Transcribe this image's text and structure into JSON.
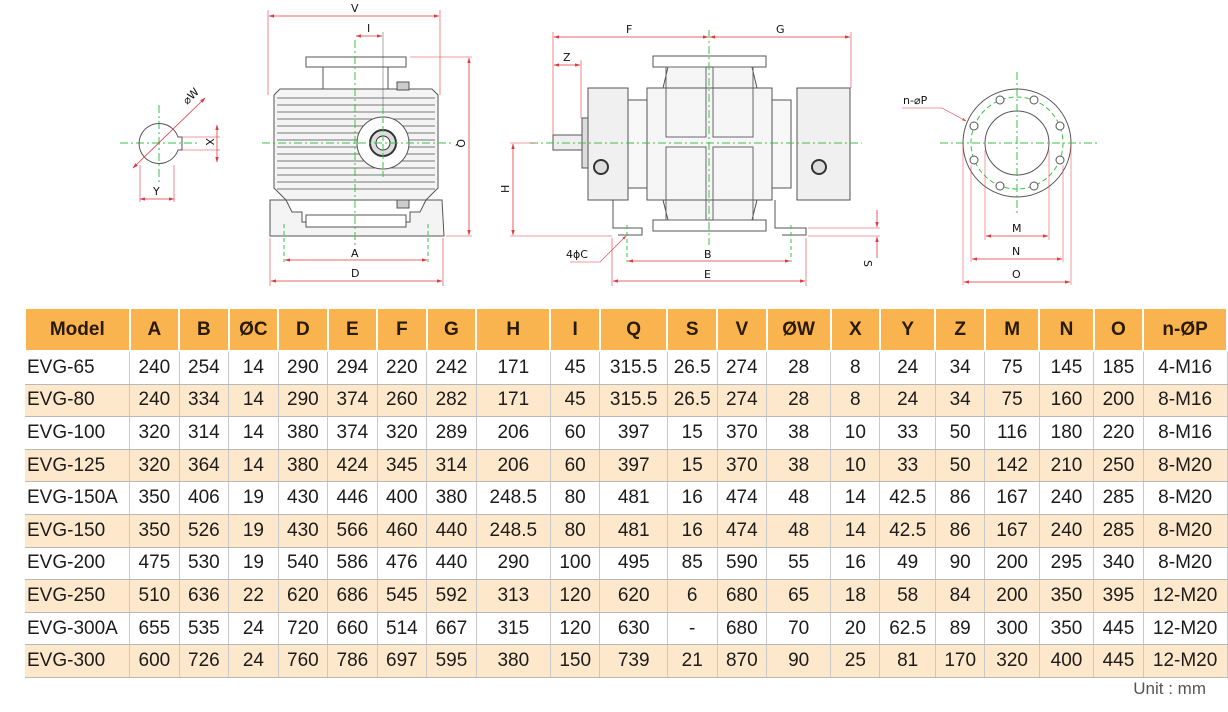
{
  "drawing": {
    "shaft_view": {
      "labels": {
        "w": "⌀W",
        "x": "X",
        "y": "Y"
      }
    },
    "front_view": {
      "labels": {
        "v": "V",
        "i": "I",
        "q": "Q",
        "a": "A",
        "d": "D"
      }
    },
    "side_view": {
      "labels": {
        "f": "F",
        "g": "G",
        "z": "Z",
        "h": "H",
        "b": "B",
        "e": "E",
        "s": "S",
        "c": "4ϕC"
      }
    },
    "flange_view": {
      "labels": {
        "p": "n-⌀P",
        "m": "M",
        "n": "N",
        "o": "O"
      }
    }
  },
  "table": {
    "headers": [
      "Model",
      "A",
      "B",
      "ØC",
      "D",
      "E",
      "F",
      "G",
      "H",
      "I",
      "Q",
      "S",
      "V",
      "ØW",
      "X",
      "Y",
      "Z",
      "M",
      "N",
      "O",
      "n-ØP"
    ],
    "rows": [
      [
        "EVG-65",
        "240",
        "254",
        "14",
        "290",
        "294",
        "220",
        "242",
        "171",
        "45",
        "315.5",
        "26.5",
        "274",
        "28",
        "8",
        "24",
        "34",
        "75",
        "145",
        "185",
        "4-M16"
      ],
      [
        "EVG-80",
        "240",
        "334",
        "14",
        "290",
        "374",
        "260",
        "282",
        "171",
        "45",
        "315.5",
        "26.5",
        "274",
        "28",
        "8",
        "24",
        "34",
        "75",
        "160",
        "200",
        "8-M16"
      ],
      [
        "EVG-100",
        "320",
        "314",
        "14",
        "380",
        "374",
        "320",
        "289",
        "206",
        "60",
        "397",
        "15",
        "370",
        "38",
        "10",
        "33",
        "50",
        "116",
        "180",
        "220",
        "8-M16"
      ],
      [
        "EVG-125",
        "320",
        "364",
        "14",
        "380",
        "424",
        "345",
        "314",
        "206",
        "60",
        "397",
        "15",
        "370",
        "38",
        "10",
        "33",
        "50",
        "142",
        "210",
        "250",
        "8-M20"
      ],
      [
        "EVG-150A",
        "350",
        "406",
        "19",
        "430",
        "446",
        "400",
        "380",
        "248.5",
        "80",
        "481",
        "16",
        "474",
        "48",
        "14",
        "42.5",
        "86",
        "167",
        "240",
        "285",
        "8-M20"
      ],
      [
        "EVG-150",
        "350",
        "526",
        "19",
        "430",
        "566",
        "460",
        "440",
        "248.5",
        "80",
        "481",
        "16",
        "474",
        "48",
        "14",
        "42.5",
        "86",
        "167",
        "240",
        "285",
        "8-M20"
      ],
      [
        "EVG-200",
        "475",
        "530",
        "19",
        "540",
        "586",
        "476",
        "440",
        "290",
        "100",
        "495",
        "85",
        "590",
        "55",
        "16",
        "49",
        "90",
        "200",
        "295",
        "340",
        "8-M20"
      ],
      [
        "EVG-250",
        "510",
        "636",
        "22",
        "620",
        "686",
        "545",
        "592",
        "313",
        "120",
        "620",
        "6",
        "680",
        "65",
        "18",
        "58",
        "84",
        "200",
        "350",
        "395",
        "12-M20"
      ],
      [
        "EVG-300A",
        "655",
        "535",
        "24",
        "720",
        "660",
        "514",
        "667",
        "315",
        "120",
        "630",
        "-",
        "680",
        "70",
        "20",
        "62.5",
        "89",
        "300",
        "350",
        "445",
        "12-M20"
      ],
      [
        "EVG-300",
        "600",
        "726",
        "24",
        "760",
        "786",
        "697",
        "595",
        "380",
        "150",
        "739",
        "21",
        "870",
        "90",
        "25",
        "81",
        "170",
        "320",
        "400",
        "445",
        "12-M20"
      ]
    ]
  },
  "unit": "Unit : mm",
  "colors": {
    "header_bg": "#f9b34f",
    "alt_row_bg": "#fde8cc",
    "dimension_line": "#e0393e",
    "center_line": "#3cc24a"
  }
}
